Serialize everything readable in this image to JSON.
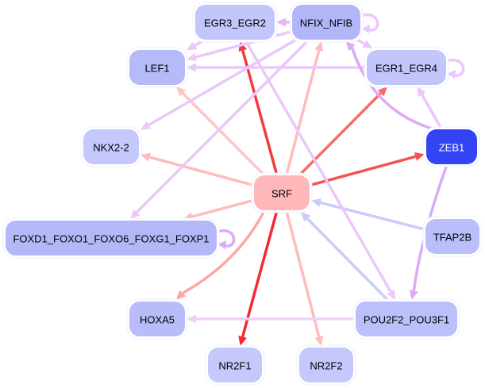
{
  "diagram": {
    "type": "gene-regulatory-network",
    "nodes": [
      {
        "id": "EGR3_EGR2",
        "label": "EGR3_EGR2",
        "fill": "#c2c6fb",
        "text": "#000000"
      },
      {
        "id": "NFIX_NFIB",
        "label": "NFIX_NFIB",
        "fill": "#b2b6f9",
        "text": "#000000"
      },
      {
        "id": "LEF1",
        "label": "LEF1",
        "fill": "#b6baf9",
        "text": "#000000"
      },
      {
        "id": "EGR1_EGR4",
        "label": "EGR1_EGR4",
        "fill": "#c2c6fb",
        "text": "#000000"
      },
      {
        "id": "NKX2-2",
        "label": "NKX2-2",
        "fill": "#c4c8fb",
        "text": "#000000"
      },
      {
        "id": "ZEB1",
        "label": "ZEB1",
        "fill": "#3344f5",
        "text": "#ffffff"
      },
      {
        "id": "SRF",
        "label": "SRF",
        "fill": "#ffb8ba",
        "text": "#000000"
      },
      {
        "id": "TFAP2B",
        "label": "TFAP2B",
        "fill": "#babefa",
        "text": "#000000"
      },
      {
        "id": "FOXD1_FOXO1_FOXO6_FOXG1_FOXP1",
        "label": "FOXD1_FOXO1_FOXO6_FOXG1_FOXP1",
        "fill": "#b4b8f9",
        "text": "#000000"
      },
      {
        "id": "HOXA5",
        "label": "HOXA5",
        "fill": "#b8bcf9",
        "text": "#000000"
      },
      {
        "id": "POU2F2_POU3F1",
        "label": "POU2F2_POU3F1",
        "fill": "#bcc0fa",
        "text": "#000000"
      },
      {
        "id": "NR2F1",
        "label": "NR2F1",
        "fill": "#c4c8fb",
        "text": "#000000"
      },
      {
        "id": "NR2F2",
        "label": "NR2F2",
        "fill": "#c4c8fb",
        "text": "#000000"
      }
    ],
    "edges": [
      {
        "from": "SRF",
        "to": "EGR3_EGR2",
        "color": "#f53a3f"
      },
      {
        "from": "SRF",
        "to": "NFIX_NFIB",
        "color": "#ffbcbc"
      },
      {
        "from": "SRF",
        "to": "LEF1",
        "color": "#ffc4c4"
      },
      {
        "from": "SRF",
        "to": "EGR1_EGR4",
        "color": "#f76b6e"
      },
      {
        "from": "SRF",
        "to": "NKX2-2",
        "color": "#ffbcbc"
      },
      {
        "from": "SRF",
        "to": "ZEB1",
        "color": "#f55256"
      },
      {
        "from": "SRF",
        "to": "FOXD1_FOXO1_FOXO6_FOXG1_FOXP1",
        "color": "#ffbcbc"
      },
      {
        "from": "SRF",
        "to": "HOXA5",
        "color": "#fca6a8"
      },
      {
        "from": "SRF",
        "to": "NR2F1",
        "color": "#f52a30"
      },
      {
        "from": "SRF",
        "to": "NR2F2",
        "color": "#ffbcbc"
      },
      {
        "from": "TFAP2B",
        "to": "SRF",
        "color": "#c8ccfb"
      },
      {
        "from": "POU2F2_POU3F1",
        "to": "SRF",
        "color": "#c8ccfb"
      },
      {
        "from": "NFIX_NFIB",
        "to": "EGR3_EGR2",
        "color": "#e6b4f7"
      },
      {
        "from": "NFIX_NFIB",
        "to": "NFIX_NFIB",
        "color": "#eac8fa"
      },
      {
        "from": "NFIX_NFIB",
        "to": "EGR1_EGR4",
        "color": "#eac8fa"
      },
      {
        "from": "NFIX_NFIB",
        "to": "LEF1",
        "color": "#eac8fa"
      },
      {
        "from": "NFIX_NFIB",
        "to": "NKX2-2",
        "color": "#eac8fa"
      },
      {
        "from": "NFIX_NFIB",
        "to": "FOXD1_FOXO1_FOXO6_FOXG1_FOXP1",
        "color": "#eac8fa"
      },
      {
        "from": "EGR3_EGR2",
        "to": "LEF1",
        "color": "#eac8fa"
      },
      {
        "from": "EGR3_EGR2",
        "to": "POU2F2_POU3F1",
        "color": "#eac8fa"
      },
      {
        "from": "EGR1_EGR4",
        "to": "LEF1",
        "color": "#eac8fa"
      },
      {
        "from": "EGR1_EGR4",
        "to": "EGR1_EGR4",
        "color": "#eac8fa"
      },
      {
        "from": "ZEB1",
        "to": "NFIX_NFIB",
        "color": "#dcaaf7"
      },
      {
        "from": "ZEB1",
        "to": "EGR1_EGR4",
        "color": "#eac8fa"
      },
      {
        "from": "ZEB1",
        "to": "POU2F2_POU3F1",
        "color": "#dcaaf7"
      },
      {
        "from": "FOXD1_FOXO1_FOXO6_FOXG1_FOXP1",
        "to": "FOXD1_FOXO1_FOXO6_FOXG1_FOXP1",
        "color": "#dcaaf7"
      },
      {
        "from": "POU2F2_POU3F1",
        "to": "HOXA5",
        "color": "#eed0fb"
      }
    ]
  }
}
